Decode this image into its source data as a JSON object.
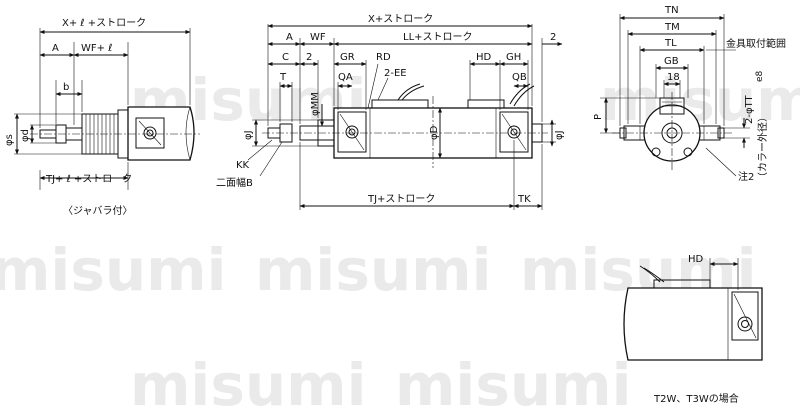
{
  "watermark": {
    "text": "misumi"
  },
  "bellows_view": {
    "dims": {
      "top": "X+ ℓ +ストローク",
      "a": "A",
      "wf": "WF+ ℓ",
      "b": "b",
      "s": "φs",
      "d": "φd",
      "bottom": "TJ+ ℓ +ストローク"
    },
    "caption": "〈ジャバラ付〉"
  },
  "front_view": {
    "dims": {
      "top": "X+ストローク",
      "a": "A",
      "wf": "WF",
      "ll": "LL+ストローク",
      "two_right": "2",
      "c": "C",
      "two_left": "2",
      "gr": "GR",
      "rd": "RD",
      "hd": "HD",
      "gh": "GH",
      "t": "T",
      "qa": "QA",
      "ee": "2-EE",
      "qb": "QB",
      "mm": "φMM",
      "j_left": "φJ",
      "d_center": "φD",
      "j_right": "φJ",
      "kk": "KK",
      "nimen": "二面幅B",
      "tj": "TJ+ストローク",
      "tk": "TK"
    }
  },
  "side_view": {
    "dims": {
      "tn": "TN",
      "tm": "TM",
      "tl": "TL",
      "gb": "GB",
      "n18": "18",
      "p": "P",
      "mount_range": "金具取付範囲",
      "tt": "2-φTT",
      "tt_tol": "e8",
      "collar": "（カラー外径）",
      "note2": "注2"
    }
  },
  "detail_view": {
    "dims": {
      "hd": "HD"
    },
    "caption": "T2W、T3Wの場合"
  }
}
